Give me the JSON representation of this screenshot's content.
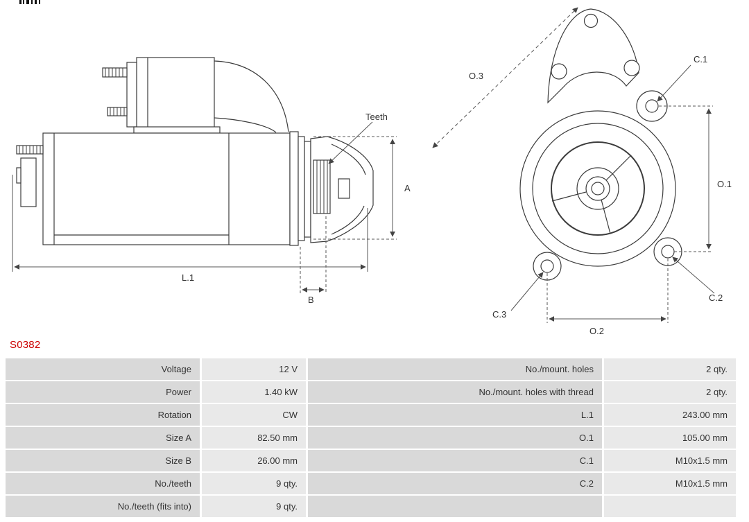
{
  "part_number": "S0382",
  "diagrams": {
    "side_view": {
      "labels": {
        "teeth": "Teeth",
        "a": "A",
        "b": "B",
        "l1": "L.1"
      }
    },
    "front_view": {
      "labels": {
        "o1": "O.1",
        "o2": "O.2",
        "o3": "O.3",
        "c1": "C.1",
        "c2": "C.2",
        "c3": "C.3"
      }
    }
  },
  "spec_table": {
    "rows": [
      {
        "label_left": "Voltage",
        "value_left": "12 V",
        "label_right": "No./mount. holes",
        "value_right": "2 qty."
      },
      {
        "label_left": "Power",
        "value_left": "1.40 kW",
        "label_right": "No./mount. holes with thread",
        "value_right": "2 qty."
      },
      {
        "label_left": "Rotation",
        "value_left": "CW",
        "label_right": "L.1",
        "value_right": "243.00 mm"
      },
      {
        "label_left": "Size A",
        "value_left": "82.50 mm",
        "label_right": "O.1",
        "value_right": "105.00 mm"
      },
      {
        "label_left": "Size B",
        "value_left": "26.00 mm",
        "label_right": "C.1",
        "value_right": "M10x1.5 mm"
      },
      {
        "label_left": "No./teeth",
        "value_left": "9 qty.",
        "label_right": "C.2",
        "value_right": "M10x1.5 mm"
      },
      {
        "label_left": "No./teeth (fits into)",
        "value_left": "9 qty.",
        "label_right": "",
        "value_right": ""
      }
    ]
  },
  "colors": {
    "part_number": "#cc0000",
    "label_cell_bg": "#d9d9d9",
    "value_cell_bg": "#e9e9e9",
    "table_text": "#333333",
    "line": "#3c3c3c"
  }
}
